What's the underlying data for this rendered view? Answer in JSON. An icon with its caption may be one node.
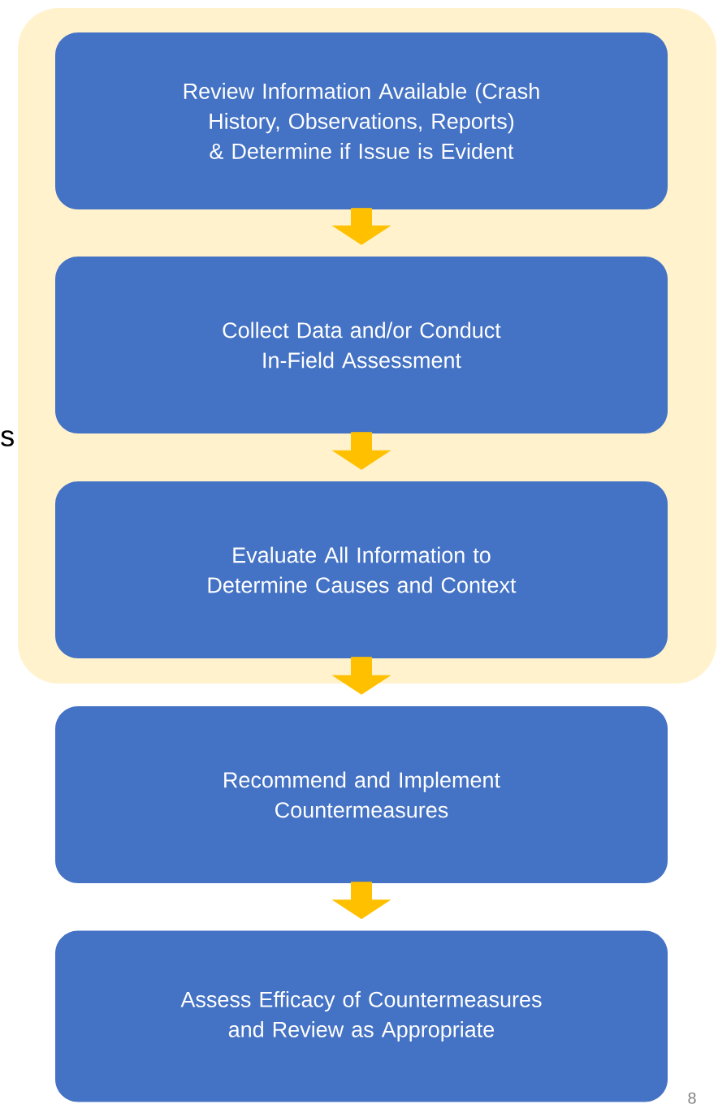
{
  "diagram": {
    "nodes": [
      {
        "text": [
          "Review Information Available (Crash History, Observations, Reports) & Determine if Issue is Evident"
        ]
      },
      {
        "text": [
          "Collect Data and/or Conduct In-Field Assessment"
        ]
      },
      {
        "text": [
          "Evaluate All Information to Determine Causes and Context"
        ]
      },
      {
        "text": [
          "Recommend and Implement Countermeasures"
        ]
      },
      {
        "text": [
          "Assess Efficacy of Countermeasures and Review as Appropriate"
        ]
      }
    ],
    "edges": [
      {
        "from": 0,
        "to": 1,
        "arrow": "to"
      },
      {
        "from": 1,
        "to": 2,
        "arrow": "to"
      },
      {
        "from": 2,
        "to": 3,
        "arrow": "to"
      },
      {
        "from": 3,
        "to": 4,
        "arrow": "to"
      }
    ],
    "labels": [
      "s",
      "8"
    ]
  }
}
